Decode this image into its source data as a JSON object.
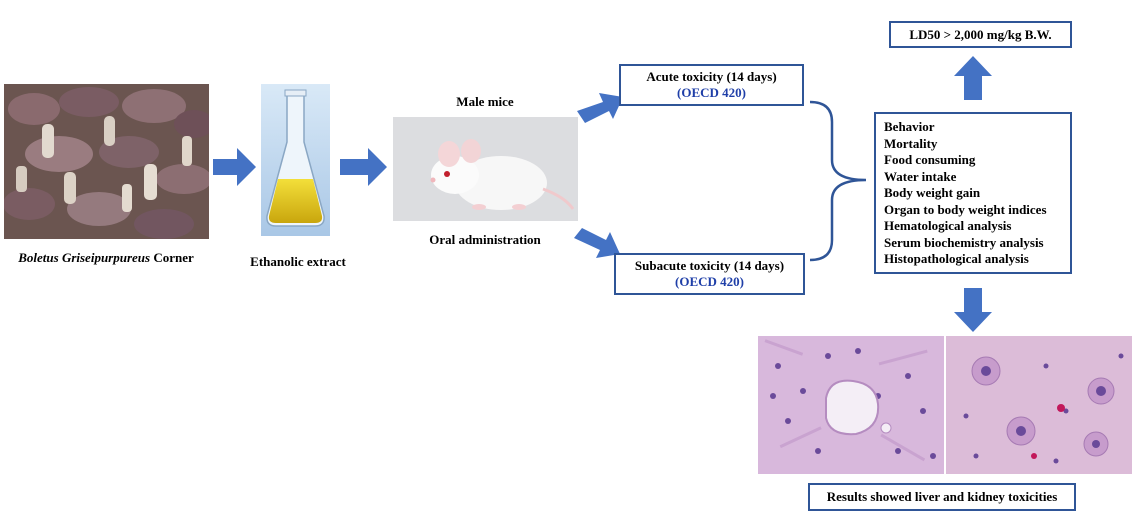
{
  "stages": {
    "mushroom": {
      "label_italic": "Boletus Griseipurpureus",
      "label_rest": " Corner"
    },
    "extract": {
      "label": "Ethanolic  extract"
    },
    "mice": {
      "top_label": "Male mice",
      "bottom_label": "Oral administration"
    }
  },
  "acute": {
    "title": "Acute toxicity (14 days)",
    "guideline": "(OECD 420)"
  },
  "subacute": {
    "title": "Subacute toxicity (14 days)",
    "guideline": "(OECD 420)"
  },
  "ld50": {
    "text": "LD50 > 2,000 mg/kg B.W."
  },
  "parameters": {
    "items": [
      "Behavior",
      "Mortality",
      "Food  consuming",
      "Water  intake",
      "Body weight  gain",
      "Organ to body weight indices",
      "Hematological analysis",
      "Serum biochemistry  analysis",
      "Histopathological  analysis"
    ]
  },
  "results": {
    "text": "Results showed liver and kidney toxicities"
  },
  "colors": {
    "arrow": "#4472c4",
    "box_border": "#2f5597",
    "oecd_text": "#1f3fa8"
  }
}
